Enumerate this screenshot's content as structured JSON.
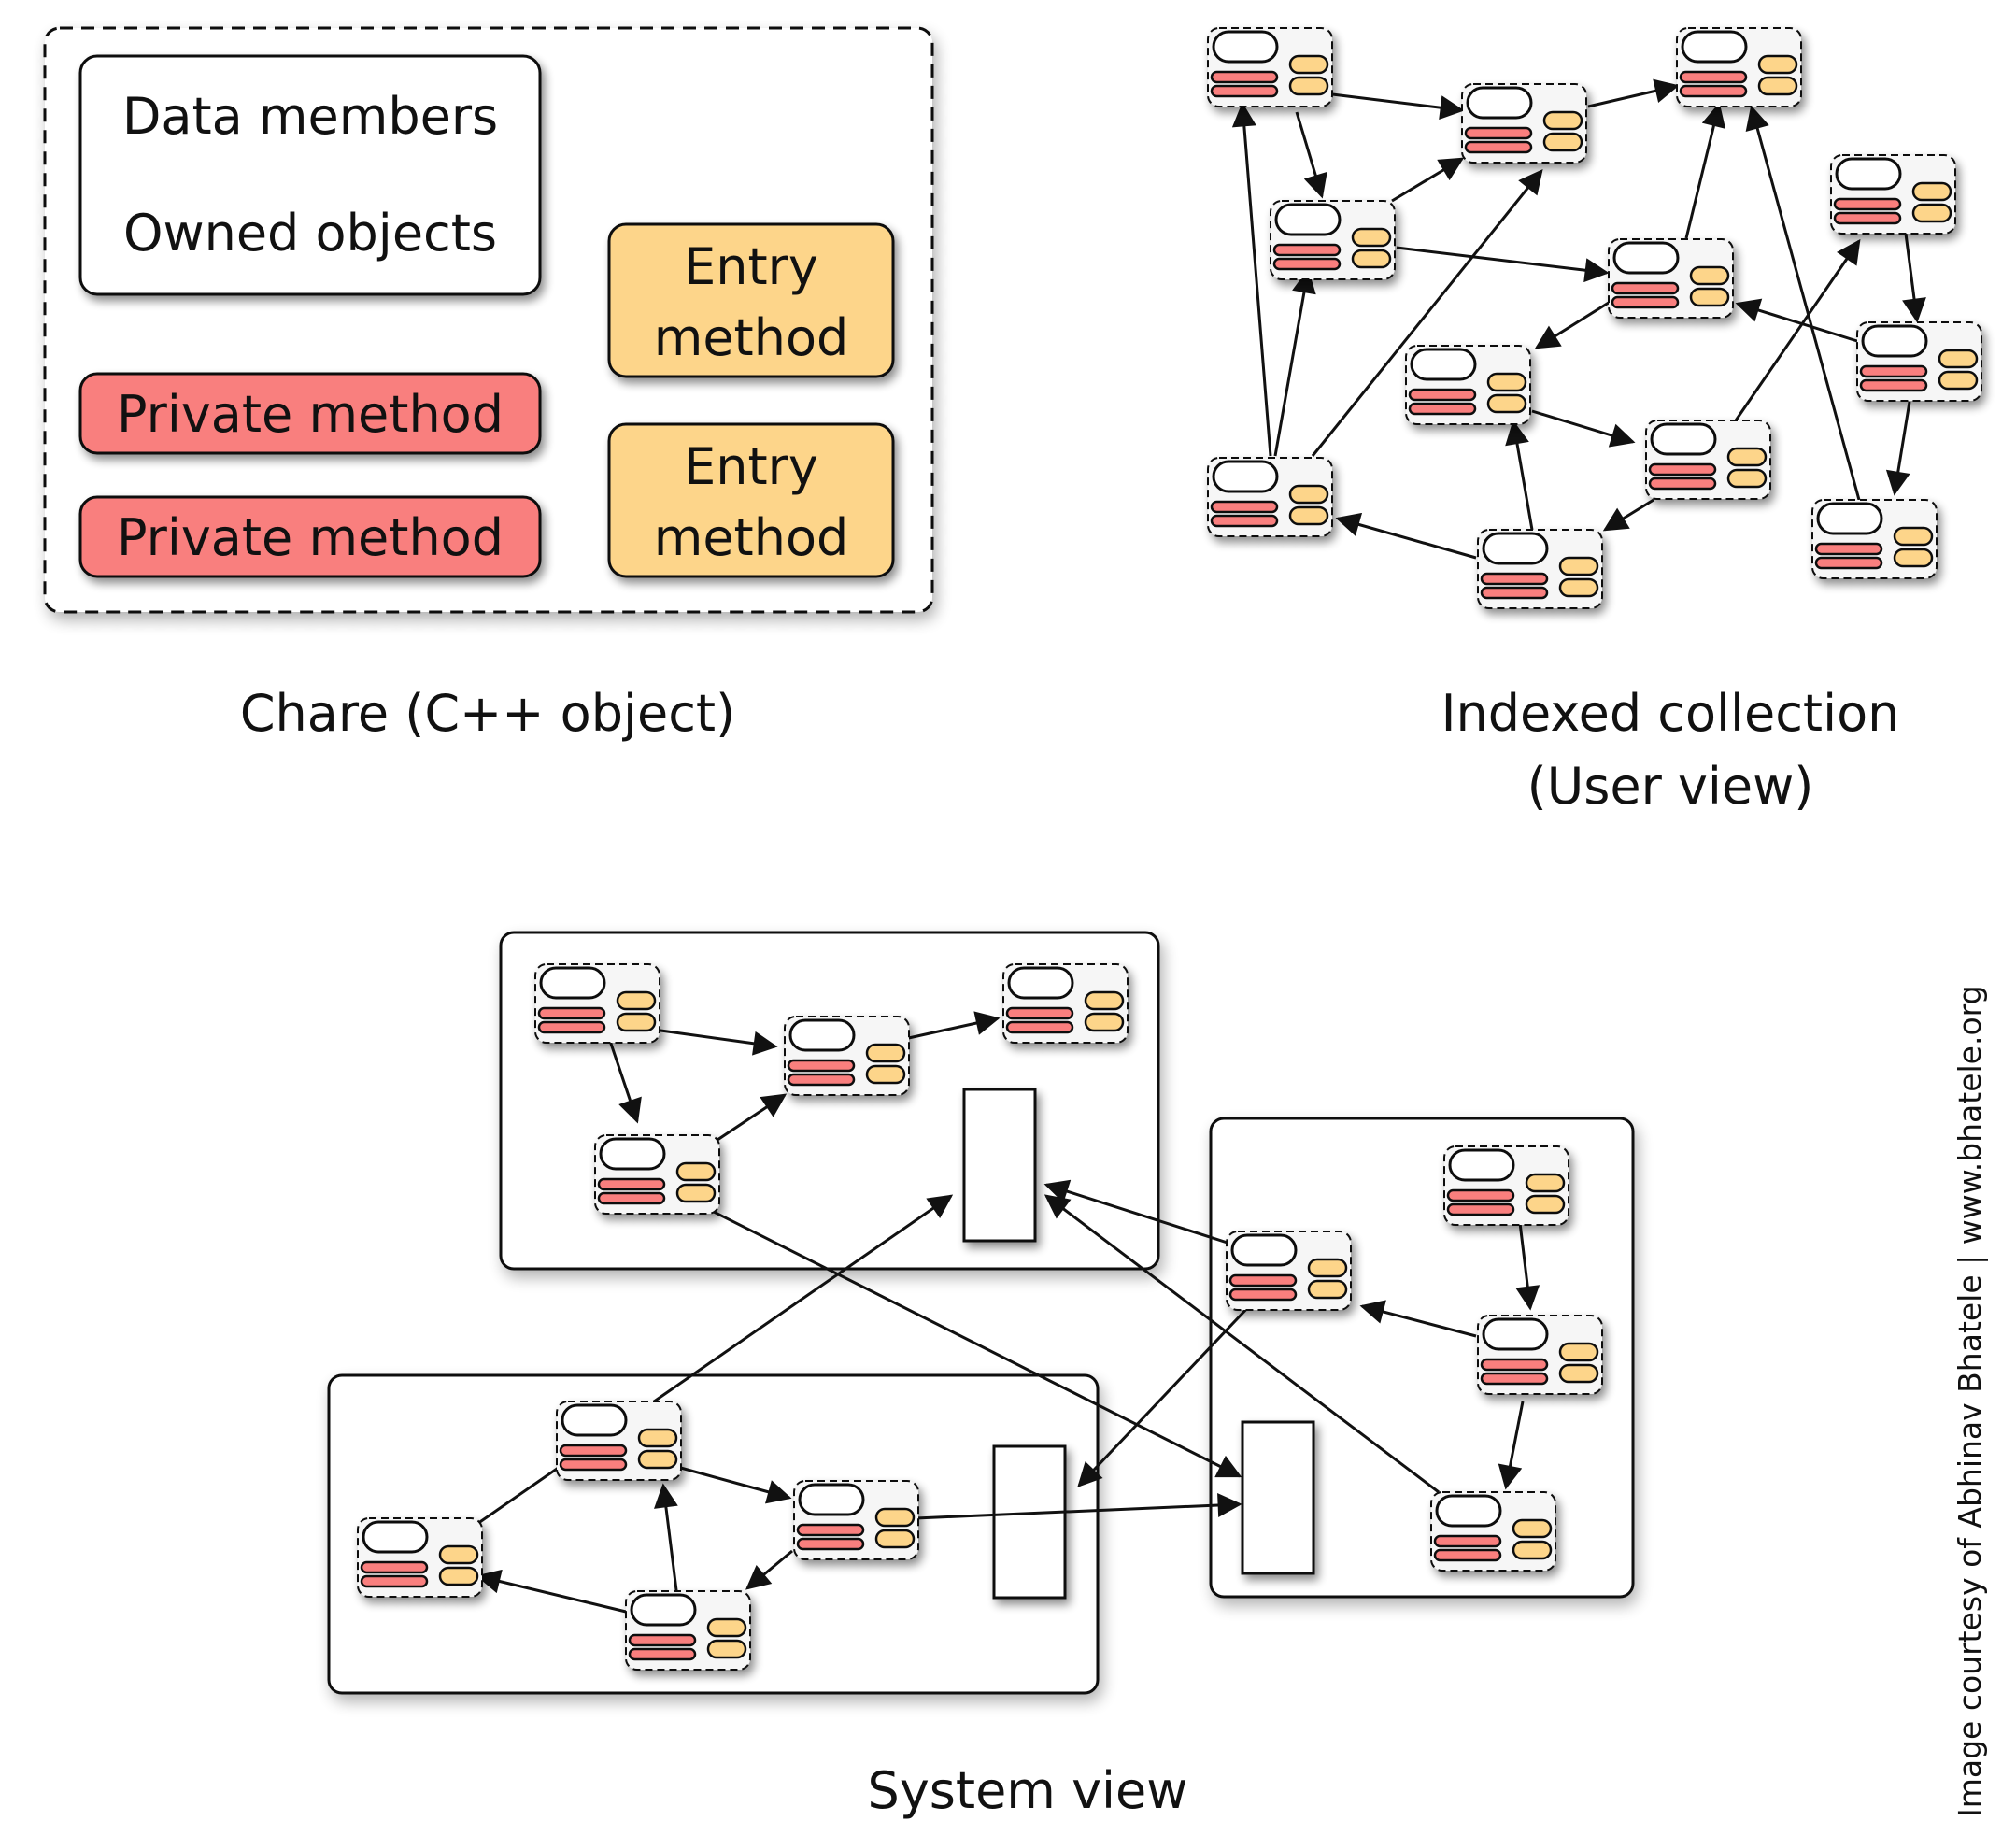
{
  "chare": {
    "data_label": "Data members",
    "owned_label": "Owned objects",
    "private_methods": [
      "Private method",
      "Private method"
    ],
    "entry_methods": [
      [
        "Entry",
        "method"
      ],
      [
        "Entry",
        "method"
      ]
    ],
    "caption": "Chare (C++ object)"
  },
  "indexed": {
    "caption_line1": "Indexed collection",
    "caption_line2": "(User view)"
  },
  "system": {
    "caption": "System view"
  },
  "credit": "Image courtesy of Abhinav Bhatele | www.bhatele.org",
  "colors": {
    "private_method": "#f97f7e",
    "entry_method": "#fdd58a",
    "data_box": "#ffffff",
    "outline": "#111111"
  }
}
